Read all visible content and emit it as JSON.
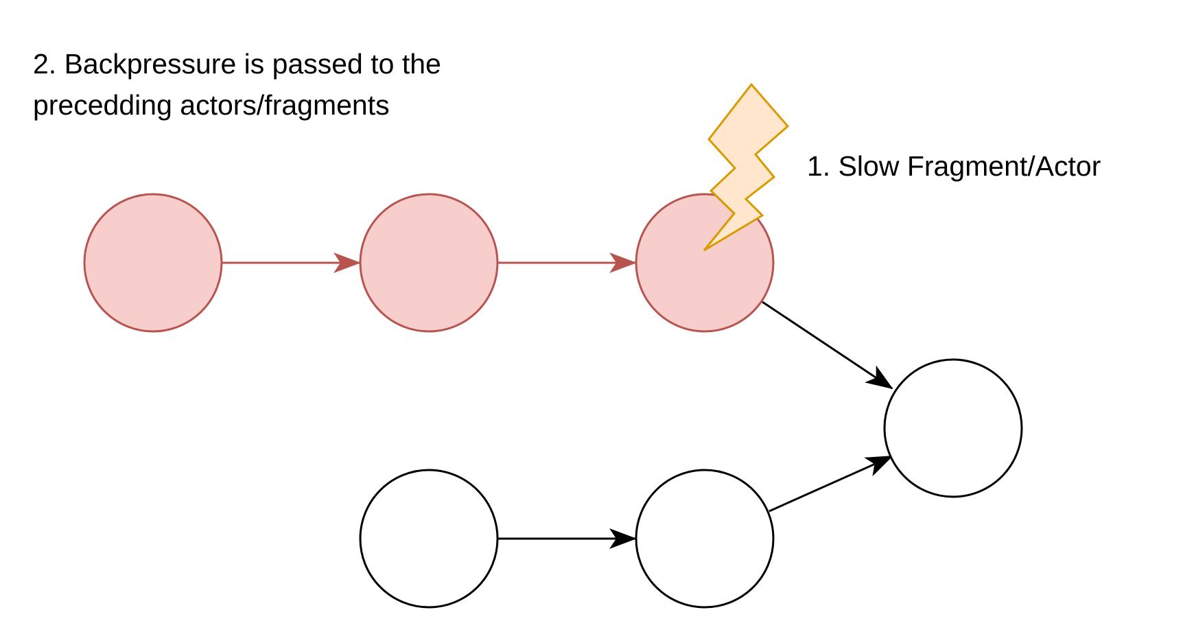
{
  "annotations": {
    "backpressure_line1": "2. Backpressure is passed to the",
    "backpressure_line2": "precedding actors/fragments",
    "slow_node": "1. Slow Fragment/Actor"
  },
  "colors": {
    "pressured_fill": "#f8cecc",
    "pressured_stroke": "#b85450",
    "normal_fill": "#ffffff",
    "normal_stroke": "#000000",
    "lightning_fill": "#ffe6cc",
    "lightning_stroke": "#d79b00"
  },
  "icons": {
    "slow_marker": "lightning-bolt-icon"
  }
}
